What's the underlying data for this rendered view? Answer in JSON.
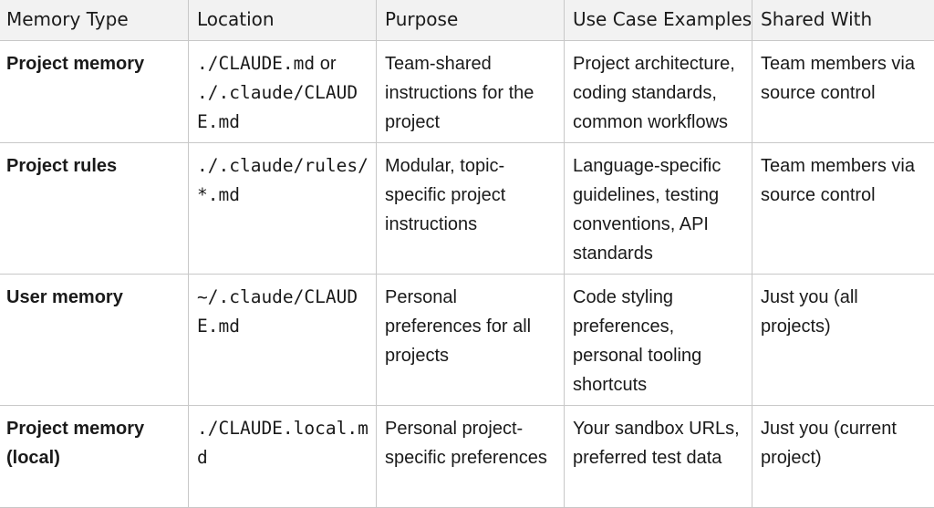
{
  "table": {
    "headers": [
      "Memory Type",
      "Location",
      "Purpose",
      "Use Case Examples",
      "Shared With"
    ],
    "rows": [
      {
        "type": "Project memory",
        "location_code_1": "./CLAUDE.md",
        "location_joiner": " or ",
        "location_code_2": "./.claude/CLAUDE.md",
        "purpose": "Team-shared instructions for the project",
        "examples": "Project architecture, coding standards, common workflows",
        "shared": "Team members via source control"
      },
      {
        "type": "Project rules",
        "location_code_1": "./.claude/rules/*.md",
        "purpose": "Modular, topic-specific project instructions",
        "examples": "Language-specific guidelines, testing conventions, API standards",
        "shared": "Team members via source control"
      },
      {
        "type": "User memory",
        "location_code_1": "~/.claude/CLAUDE.md",
        "purpose": "Personal preferences for all projects",
        "examples": "Code styling preferences, personal tooling shortcuts",
        "shared": "Just you (all projects)"
      },
      {
        "type": "Project memory (local)",
        "location_code_1": "./CLAUDE.local.md",
        "purpose": "Personal project-specific preferences",
        "examples": "Your sandbox URLs, preferred test data",
        "shared": "Just you (current project)"
      }
    ]
  }
}
